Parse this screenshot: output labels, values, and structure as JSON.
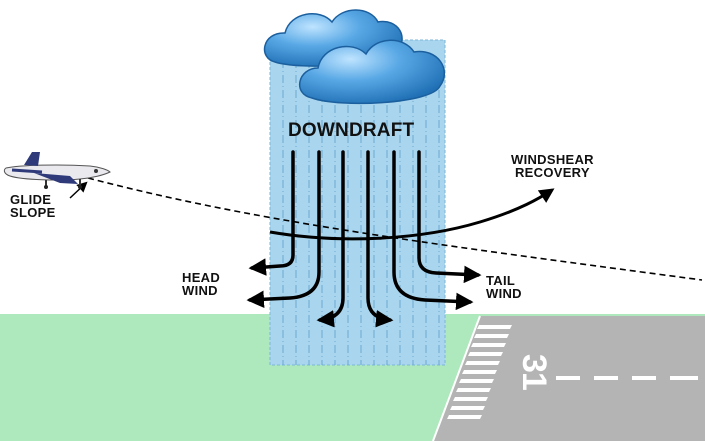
{
  "labels": {
    "downdraft": "DOWNDRAFT",
    "glide_slope": [
      "GLIDE",
      "SLOPE"
    ],
    "head_wind": [
      "HEAD",
      "WIND"
    ],
    "tail_wind": [
      "TAIL",
      "WIND"
    ],
    "windshear_recovery": [
      "WINDSHEAR",
      "RECOVERY"
    ],
    "runway_number": "31"
  },
  "colors": {
    "grass": "#aee8bd",
    "runway": "#b4b4b4",
    "rain_shaft": "#a9d6ee",
    "cloud": "#3f93d6",
    "arrows": "#000000"
  },
  "icons": [
    "cloud-icon",
    "airplane-icon"
  ]
}
